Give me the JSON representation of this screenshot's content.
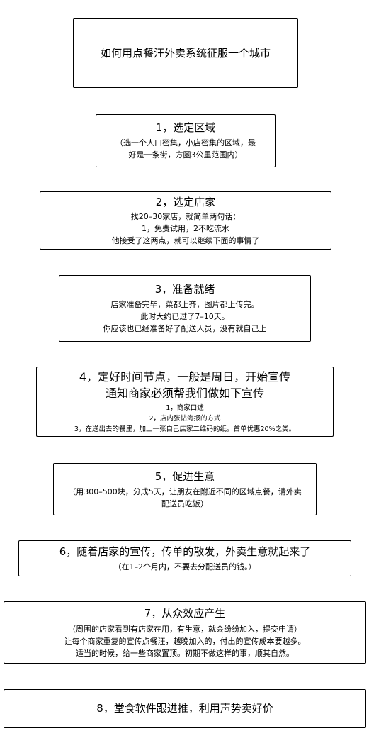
{
  "steps": [
    {
      "title": "如何用点餐汪外卖系统征服一个城市",
      "lines": []
    },
    {
      "title": "1，选定区域",
      "lines": [
        "（选一个人口密集，小店密集的区域，最",
        "好是一条街，方圆3公里范围内）"
      ]
    },
    {
      "title": "2，选定店家",
      "lines": [
        "找20–30家店，就简单两句话：",
        "1，免费试用，2不吃流水",
        "他接受了这两点，就可以继续下面的事情了"
      ]
    },
    {
      "title": "3，准备就绪",
      "lines": [
        "店家准备完毕，菜都上齐，图片都上传完。",
        "此时大约已过了7–10天。",
        "你应该也已经准备好了配送人员，没有就自己上"
      ]
    },
    {
      "title": "4，定好时间节点，一般是周日，开始宣传",
      "title2": "通知商家必须帮我们做如下宣传",
      "lines": [
        "1，商家口述",
        "2，店内张帖海报的方式",
        "3，在送出去的餐里，加上一张自己店家二维码的纸。首单优惠20%之类。"
      ]
    },
    {
      "title": "5，促进生意",
      "lines": [
        "（用300–500块，分成5天，让朋友在附近不同的区域点餐，请外卖",
        "配送员吃饭）"
      ]
    },
    {
      "title": "6，随着店家的宣传，传单的散发，外卖生意就起来了",
      "lines": [
        "（在1–2个月内，不要去分配送员的钱。）"
      ]
    },
    {
      "title": "7，从众效应产生",
      "lines": [
        "（周围的店家看到有店家在用，有生意，就会纷纷加入，提交申请）",
        "让每个商家重复的宣传点餐汪，越晚加入的，付出的宣传成本要越多。",
        "适当的时候，给一些商家置顶。初期不做这样的事，顺其自然。"
      ]
    },
    {
      "title": "8，堂食软件跟进推，利用声势卖好价",
      "lines": []
    }
  ]
}
